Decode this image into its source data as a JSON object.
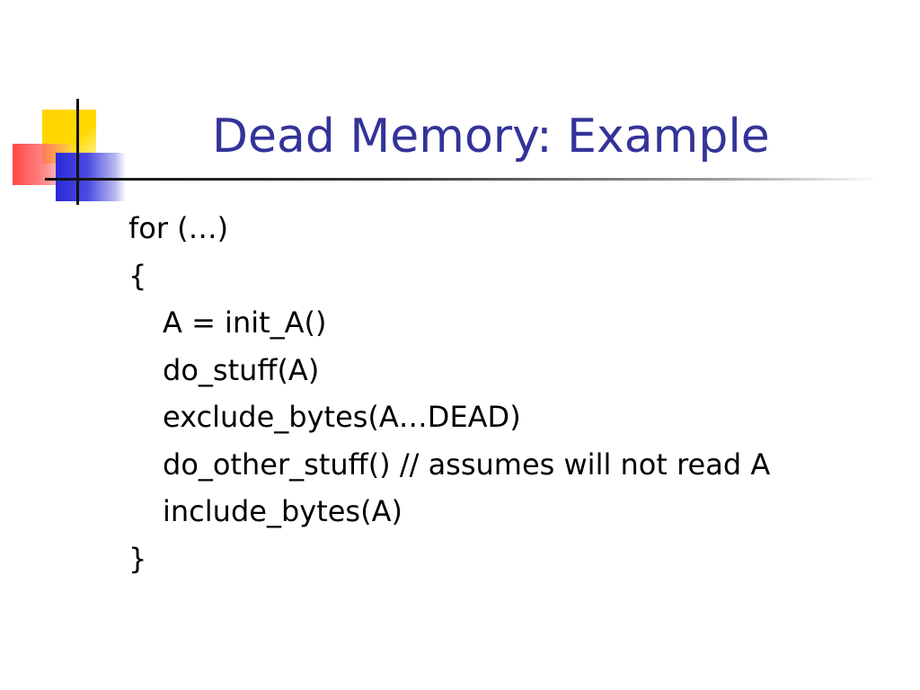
{
  "slide": {
    "title": "Dead Memory: Example",
    "code_lines": [
      {
        "text": "for (…)",
        "indent": 0
      },
      {
        "text": "{",
        "indent": 0
      },
      {
        "text": "A = init_A()",
        "indent": 1
      },
      {
        "text": "do_stuff(A)",
        "indent": 1
      },
      {
        "text": "exclude_bytes(A…DEAD)",
        "indent": 1
      },
      {
        "text": "do_other_stuff() // assumes will not read A",
        "indent": 1
      },
      {
        "text": "include_bytes(A)",
        "indent": 1
      },
      {
        "text": "}",
        "indent": 0
      }
    ]
  },
  "theme": {
    "title_color": "#333399",
    "text_color": "#000000",
    "accent_yellow": "#FFD200",
    "accent_red": "#FF3C3C",
    "accent_blue": "#2A2AD8"
  }
}
